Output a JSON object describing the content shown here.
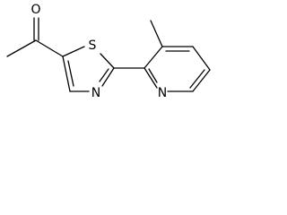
{
  "molecule": {
    "atoms": {
      "oxygen": "O",
      "sulfur": "S",
      "thiazole_nitrogen": "N",
      "pyridine_nitrogen": "N"
    }
  },
  "colors": {
    "bond": "#000000",
    "label": "#000000",
    "background": "#ffffff"
  }
}
